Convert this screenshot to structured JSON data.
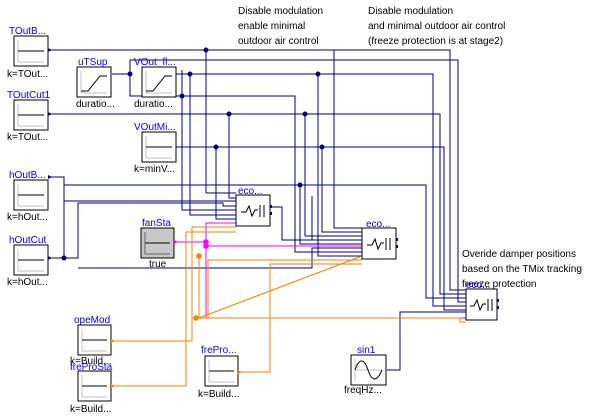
{
  "annotations": [
    {
      "lines": [
        "Disable modulation",
        "enable minimal",
        "outdoor air control"
      ]
    },
    {
      "lines": [
        "Disable modulation",
        "and minimal outdoor air control",
        "(freeze protection is at stage2)"
      ]
    },
    {
      "lines": [
        "Overide damper positions",
        "based on the TMix tracking",
        "freeze protection"
      ]
    }
  ],
  "blocks": {
    "TOutBou": {
      "name": "TOutB...",
      "param": "k=TOut..."
    },
    "TOutCut1": {
      "name": "TOutCut1",
      "param": "k=TOut..."
    },
    "hOutBou": {
      "name": "hOutB...",
      "param": "k=hOut..."
    },
    "hOutCut": {
      "name": "hOutCut",
      "param": "k=hOut..."
    },
    "uTSup": {
      "name": "uTSup",
      "param": "duratio..."
    },
    "VOutFlo": {
      "name": "VOut_fl...",
      "param": "duratio..."
    },
    "VOutMin": {
      "name": "VOutMi...",
      "param": "k=minV..."
    },
    "fanSta": {
      "name": "fanSta",
      "param": "true"
    },
    "opeMod": {
      "name": "opeMod",
      "param": "k=Build..."
    },
    "freProSta": {
      "name": "freProSta",
      "param": "k=Build..."
    },
    "frePro": {
      "name": "frePro...",
      "param": "k=Build..."
    },
    "sin1": {
      "name": "sin1",
      "param": "freqHz..."
    },
    "eco1": {
      "name": "eco..."
    },
    "eco2": {
      "name": "eco..."
    },
    "eco3": {
      "name": "eco..."
    }
  },
  "colors": {
    "real": "#00007f",
    "boolean": "#ff00ff",
    "integer": "#ff7f00",
    "name": "#0000ff",
    "fanSta_fill": "#c8c8c8"
  }
}
